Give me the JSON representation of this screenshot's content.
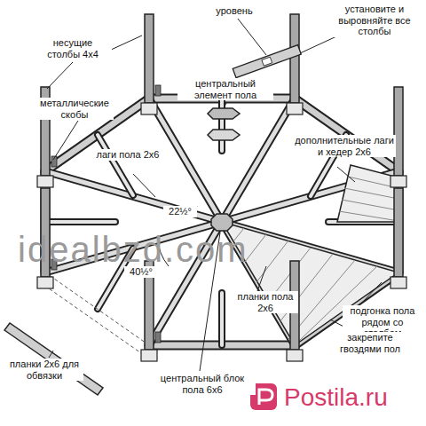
{
  "diagram": {
    "labels": [
      "уровень",
      "установите и выровняйте все столбы",
      "несущие столбы 4x4",
      "центральный элемент пола",
      "металлические скобы",
      "лаги пола 2x6",
      "дополнительные лаги и хедер 2x6",
      "22½°",
      "40½°",
      "планки пола 2x6",
      "подгонка пола рядом со столбом",
      "закрепите гвоздями пол",
      "планки 2x6 для обвязки",
      "центральный блок пола 6x6",
      "idealbzd.com",
      "Postila.ru"
    ]
  }
}
